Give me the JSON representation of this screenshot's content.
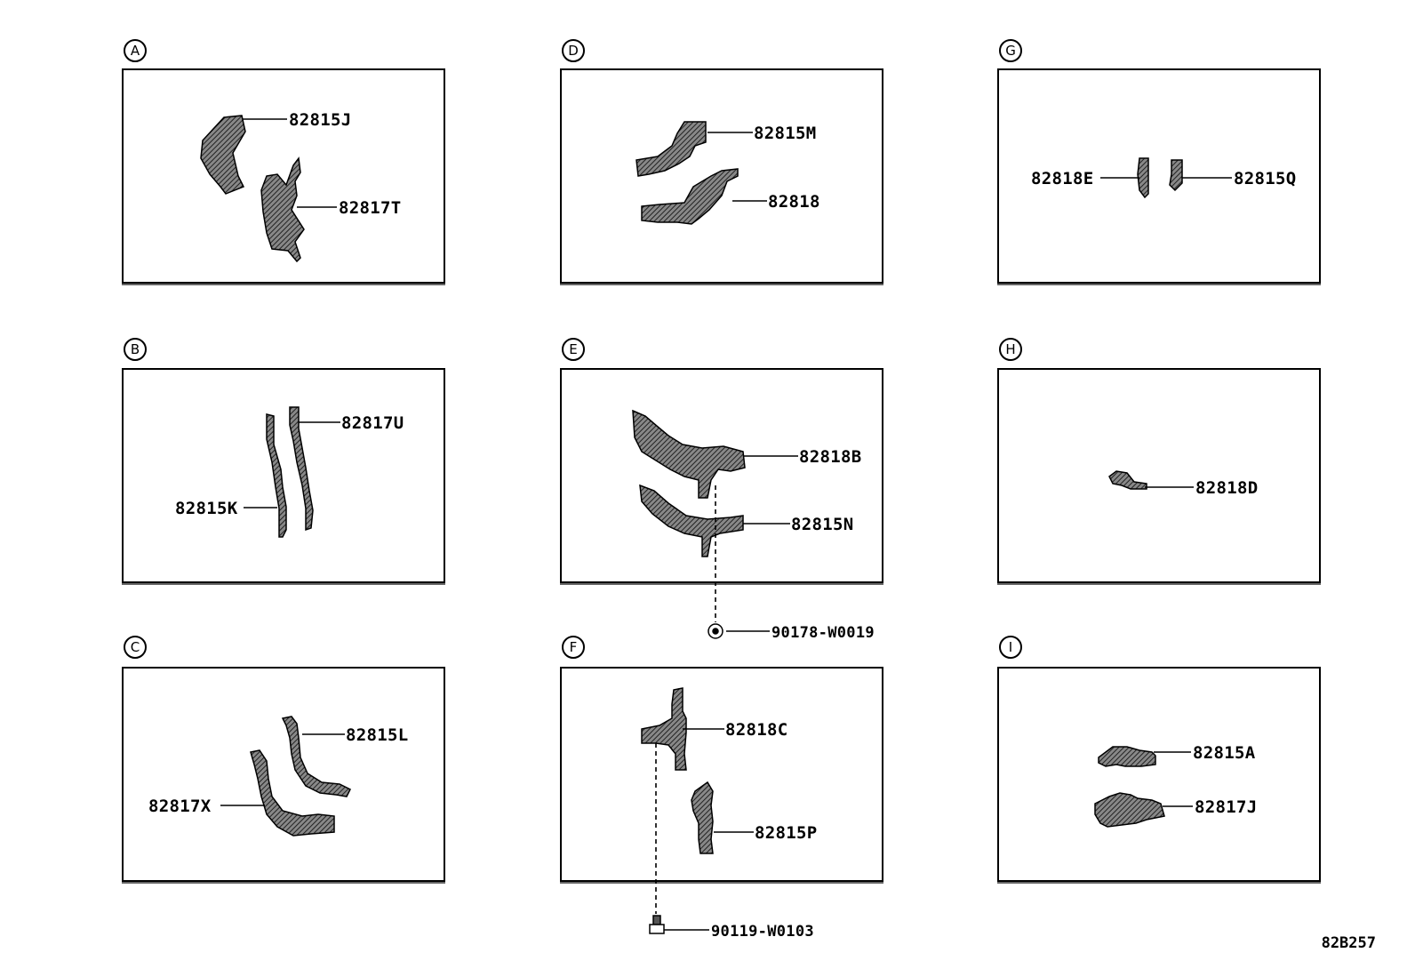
{
  "panels": [
    {
      "letter": "A",
      "parts": [
        "82815J",
        "82817T"
      ]
    },
    {
      "letter": "D",
      "parts": [
        "82815M",
        "82818"
      ]
    },
    {
      "letter": "G",
      "parts": [
        "82818E",
        "82815Q"
      ]
    },
    {
      "letter": "B",
      "parts": [
        "82817U",
        "82815K"
      ]
    },
    {
      "letter": "E",
      "parts": [
        "82818B",
        "82815N"
      ]
    },
    {
      "letter": "H",
      "parts": [
        "82818D"
      ]
    },
    {
      "letter": "C",
      "parts": [
        "82815L",
        "82817X"
      ]
    },
    {
      "letter": "F",
      "parts": [
        "82818C",
        "82815P"
      ]
    },
    {
      "letter": "I",
      "parts": [
        "82815A",
        "82817J"
      ]
    }
  ],
  "fasteners": [
    "90178-W0019",
    "90119-W0103"
  ],
  "diagram_code": "82B257",
  "colors": {
    "line": "#000000",
    "part_fill": "#555555",
    "background": "#ffffff"
  }
}
